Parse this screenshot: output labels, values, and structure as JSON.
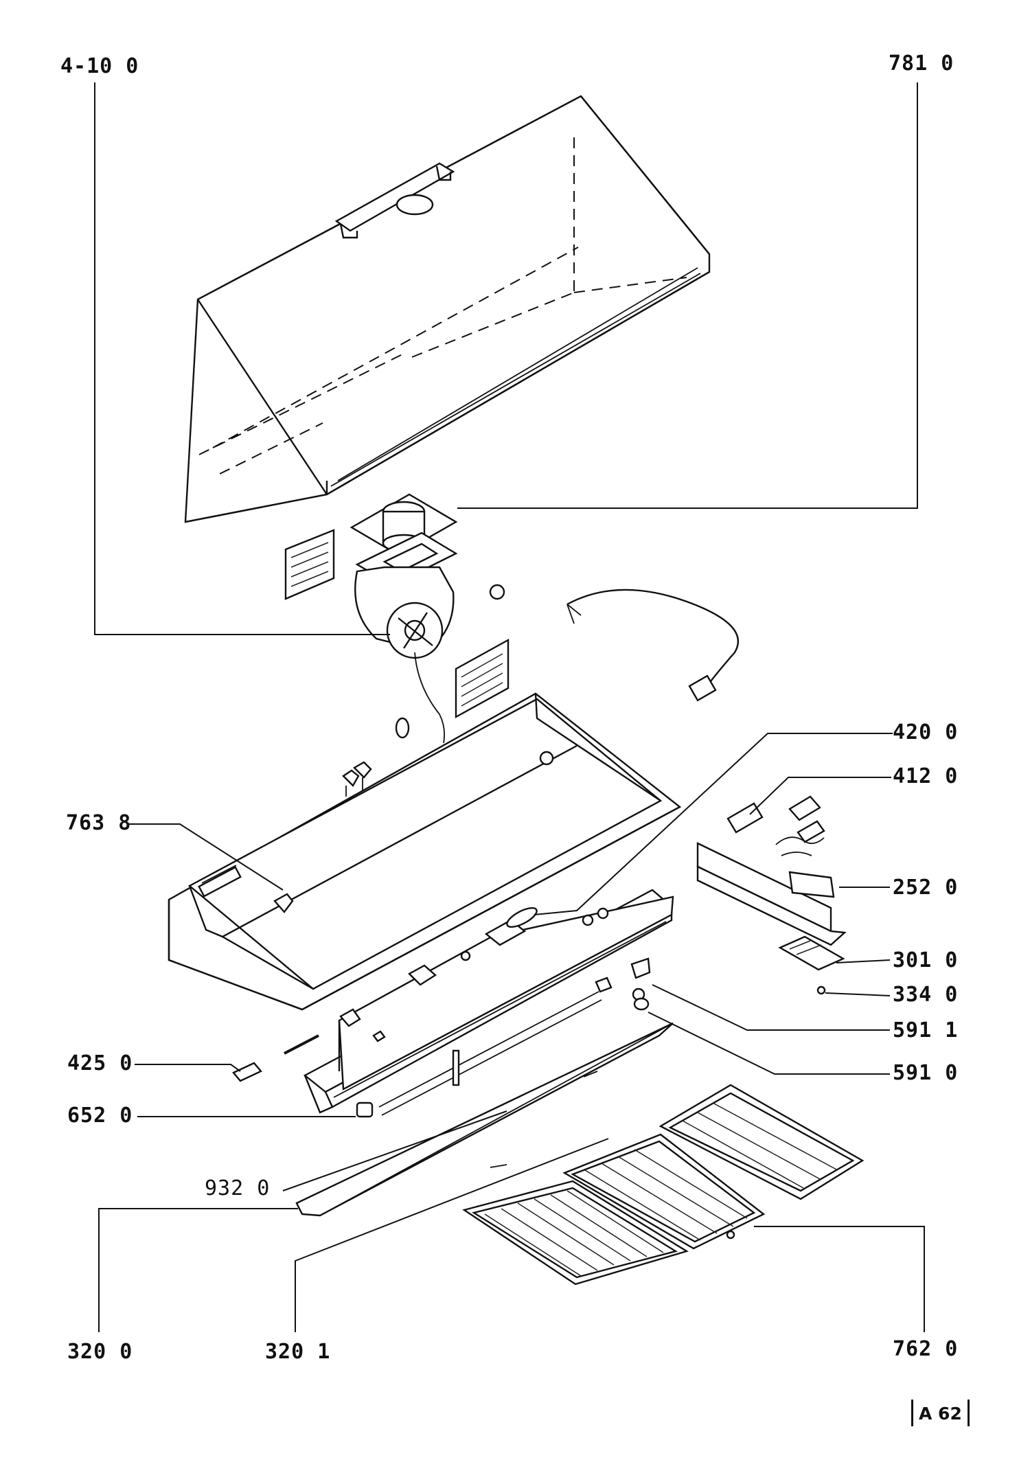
{
  "callouts": {
    "c4100": "4-10 0",
    "c7810": "781 0",
    "c4200": "420 0",
    "c4120": "412 0",
    "c7638": "763 8",
    "c2520": "252 0",
    "c3010": "301 0",
    "c3340": "334 0",
    "c5911": "591 1",
    "c4250": "425 0",
    "c5910": "591 0",
    "c6520": "652 0",
    "c9320": "932 0",
    "c3200": "320 0",
    "c3201": "320 1",
    "c7620": "762 0"
  },
  "page_tag": "A 62",
  "colors": {
    "ink": "#111111",
    "paper": "#ffffff"
  }
}
